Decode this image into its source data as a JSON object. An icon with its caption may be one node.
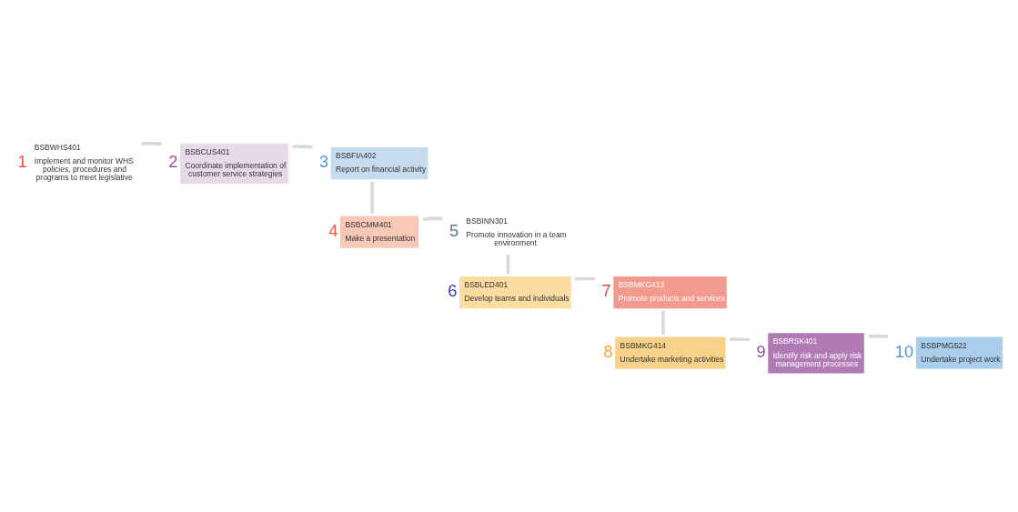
{
  "diagram": {
    "nodes": [
      {
        "text": [
          "BSBWHS401",
          "Implement and monitor WHS policies, procedures and programs to meet legislative"
        ],
        "beside": [
          "1"
        ]
      },
      {
        "text": [
          "BSBCUS401",
          "Coordinate implementation of customer service strategies"
        ],
        "beside": [
          "2"
        ]
      },
      {
        "text": [
          "BSBFIA402",
          "Report on financial activity"
        ],
        "beside": [
          "3"
        ]
      },
      {
        "text": [
          "BSBCMM401",
          "Make a presentation"
        ],
        "beside": [
          "4"
        ]
      },
      {
        "text": [
          "BSBINN301",
          "Promote innovation in a team environment"
        ],
        "beside": [
          "5"
        ]
      },
      {
        "text": [
          "BSBLED401",
          "Develop teams and individuals"
        ],
        "beside": [
          "6"
        ]
      },
      {
        "text": [
          "BSBMKG413",
          "Promote products and services"
        ],
        "beside": [
          "7"
        ]
      },
      {
        "text": [
          "BSBMKG414",
          "Undertake marketing activities"
        ],
        "beside": [
          "8"
        ]
      },
      {
        "text": [
          "BSBRSK401",
          "Identify risk and apply risk management processes"
        ],
        "beside": [
          "9"
        ]
      },
      {
        "text": [
          "BSBPMG522",
          "Undertake project work"
        ],
        "beside": [
          "10"
        ]
      }
    ],
    "edges": [
      {
        "from": 0,
        "to": 1,
        "arrow": "none"
      },
      {
        "from": 1,
        "to": 2,
        "arrow": "none"
      },
      {
        "from": 2,
        "to": 3,
        "arrow": "none"
      },
      {
        "from": 3,
        "to": 4,
        "arrow": "none"
      },
      {
        "from": 4,
        "to": 5,
        "arrow": "none"
      },
      {
        "from": 5,
        "to": 6,
        "arrow": "none"
      },
      {
        "from": 6,
        "to": 7,
        "arrow": "none"
      },
      {
        "from": 7,
        "to": 8,
        "arrow": "none"
      },
      {
        "from": 8,
        "to": 9,
        "arrow": "none"
      }
    ]
  }
}
